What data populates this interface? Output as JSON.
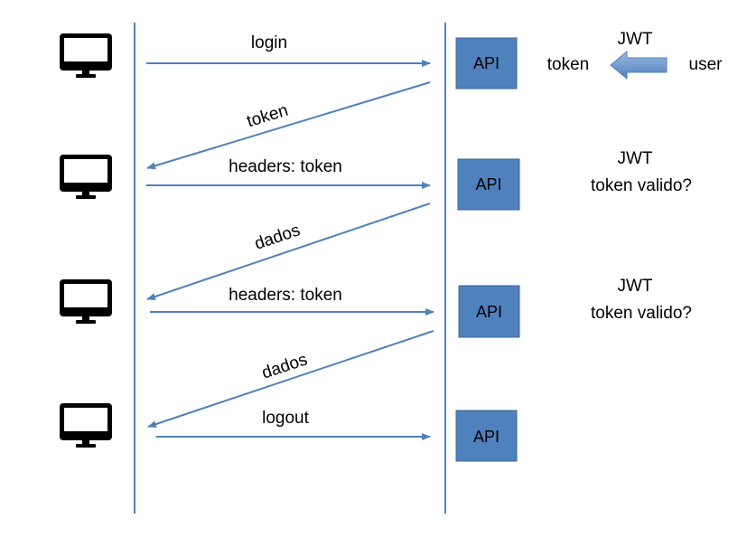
{
  "messages": {
    "login": "login",
    "token": "token",
    "headers1": "headers: token",
    "dados1": "dados",
    "headers2": "headers: token",
    "dados2": "dados",
    "logout": "logout"
  },
  "api_label": "API",
  "notes": {
    "jwt1": "JWT",
    "token": "token",
    "user": "user",
    "jwt2": "JWT",
    "valid2": "token valido?",
    "jwt3": "JWT",
    "valid3": "token valido?"
  },
  "colors": {
    "accent": "#4f81bd",
    "api_fill": "#4f81bd"
  }
}
